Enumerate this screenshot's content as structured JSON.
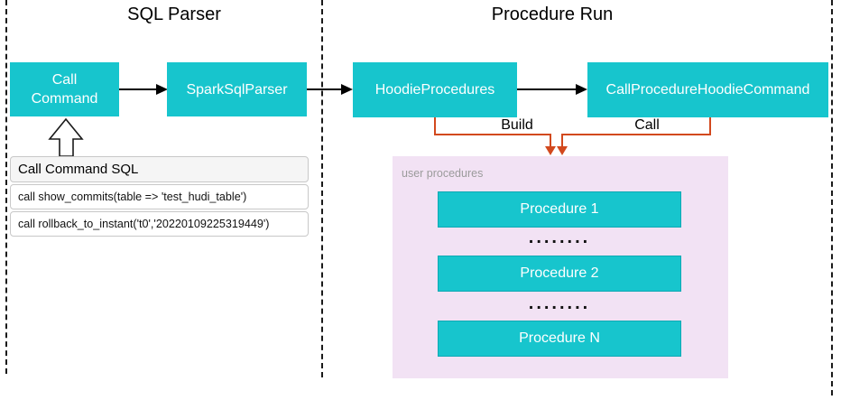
{
  "colors": {
    "node_teal": "#17c5cd",
    "node_border_teal": "#0fa9b4",
    "flow_orange": "#d2491e",
    "panel_pink": "#f2e2f4",
    "muted_label_gray": "#9b9b9b"
  },
  "sections": {
    "left_title": "SQL Parser",
    "right_title": "Procedure Run"
  },
  "nodes": {
    "call_command_line1": "Call",
    "call_command_line2": "Command",
    "spark_sql_parser": "SparkSqlParser",
    "hoodie_procedures": "HoodieProcedures",
    "call_procedure_hoodie_command": "CallProcedureHoodieCommand"
  },
  "edges": {
    "build": "Build",
    "call": "Call"
  },
  "sql_box": {
    "header": "Call Command SQL",
    "rows": [
      "call show_commits(table => 'test_hudi_table')",
      "call rollback_to_instant('t0','20220109225319449')"
    ]
  },
  "user_procedures": {
    "label": "user procedures",
    "items": [
      "Procedure 1",
      "Procedure 2",
      "Procedure N"
    ],
    "dots": "........"
  }
}
